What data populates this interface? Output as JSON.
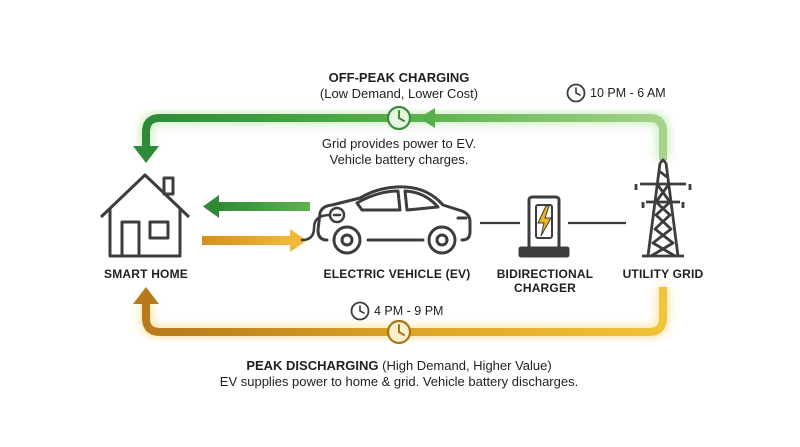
{
  "off_peak": {
    "title": "OFF-PEAK CHARGING",
    "subtitle": "(Low Demand, Lower Cost)",
    "description_line1": "Grid provides power to EV.",
    "description_line2": "Vehicle battery charges.",
    "time": "10 PM - 6 AM",
    "color": "#3f9b3f"
  },
  "peak": {
    "title": "PEAK DISCHARGING",
    "subtitle": "(High Demand, Higher Value)",
    "description": "EV supplies power to home & grid. Vehicle battery discharges.",
    "time": "4 PM - 9 PM",
    "color": "#d59a1c"
  },
  "nodes": {
    "home": "SMART HOME",
    "ev": "ELECTRIC VEHICLE (EV)",
    "charger_line1": "BIDIRECTIONAL",
    "charger_line2": "CHARGER",
    "grid": "UTILITY GRID"
  },
  "icons": [
    "house-icon",
    "car-icon",
    "charger-icon",
    "power-tower-icon",
    "clock-icon",
    "lightning-icon"
  ],
  "line_color": "#3a3a3a"
}
